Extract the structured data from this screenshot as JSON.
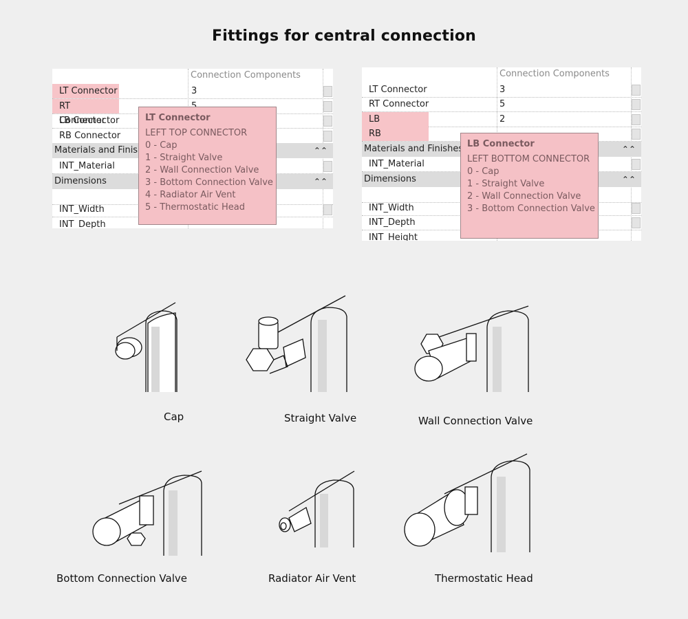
{
  "title": "Fittings for central connection",
  "panels": [
    {
      "header": "Connection Components",
      "rows": [
        {
          "name": "LT Connector",
          "value": "3",
          "highlight": true
        },
        {
          "name": "RT Connector",
          "value": "5",
          "highlight": true
        },
        {
          "name": "LB Connector",
          "value": "",
          "highlight": false
        },
        {
          "name": "RB Connector",
          "value": "",
          "highlight": false
        }
      ],
      "group1": "Materials and Finishes",
      "material_row": "INT_Material",
      "group2": "Dimensions",
      "dim_rows": [
        "INT_Width",
        "INT_Depth"
      ],
      "tooltip": {
        "title": "LT Connector",
        "lines": [
          "LEFT TOP CONNECTOR",
          "0 - Cap",
          "1 - Straight Valve",
          "2 - Wall Connection Valve",
          "3 - Bottom Connection Valve",
          "4 - Radiator Air Vent",
          "5 - Thermostatic Head"
        ]
      }
    },
    {
      "header": "Connection Components",
      "rows": [
        {
          "name": "LT Connector",
          "value": "3",
          "highlight": false
        },
        {
          "name": "RT Connector",
          "value": "5",
          "highlight": false
        },
        {
          "name": "LB Connector",
          "value": "2",
          "highlight": true
        },
        {
          "name": "RB Connector",
          "value": "",
          "highlight": true
        }
      ],
      "group1": "Materials and Finishes",
      "material_row": "INT_Material",
      "group2": "Dimensions",
      "dim_rows": [
        "INT_Width",
        "INT_Depth",
        "INT_Height"
      ],
      "tooltip": {
        "title": "LB Connector",
        "lines": [
          "LEFT BOTTOM CONNECTOR",
          "0 - Cap",
          "1 - Straight Valve",
          "2 - Wall Connection Valve",
          "3 - Bottom Connection Valve"
        ]
      }
    }
  ],
  "fittings": {
    "cap": "Cap",
    "straight": "Straight Valve",
    "wall": "Wall Connection Valve",
    "bottom": "Bottom Connection Valve",
    "vent": "Radiator Air Vent",
    "thermo": "Thermostatic Head"
  },
  "colors": {
    "highlight": "#f7c4c8",
    "tooltip": "#f5c1c6"
  }
}
